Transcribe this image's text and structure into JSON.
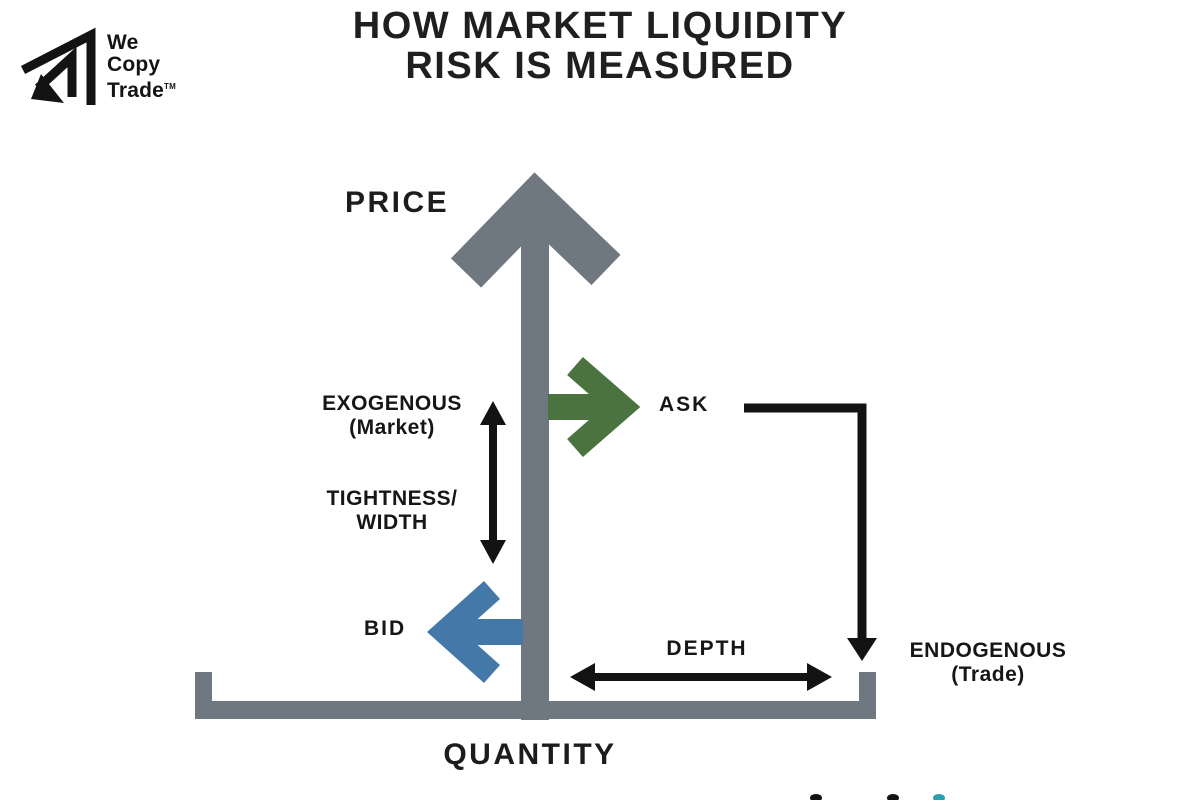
{
  "logo": {
    "line1": "We",
    "line2": "Copy",
    "line3": "Trade",
    "tm": "TM"
  },
  "title": {
    "line1": "HOW MARKET LIQUIDITY",
    "line2": "RISK IS MEASURED"
  },
  "diagram": {
    "y_axis_label": "PRICE",
    "x_axis_label": "QUANTITY",
    "exogenous": {
      "line1": "EXOGENOUS",
      "line2": "(Market)"
    },
    "tightness": {
      "line1": "TIGHTNESS/",
      "line2": "WIDTH"
    },
    "ask_label": "ASK",
    "bid_label": "BID",
    "depth_label": "DEPTH",
    "endogenous": {
      "line1": "ENDOGENOUS",
      "line2": "(Trade)"
    }
  },
  "colors": {
    "axis_gray": "#6f7781",
    "ask_green": "#4a7340",
    "bid_blue": "#4478a8",
    "arrow_black": "#131313",
    "text_dark": "#1f1f1f",
    "background": "#ffffff",
    "cutoff_teal": "#2ba0ad"
  }
}
